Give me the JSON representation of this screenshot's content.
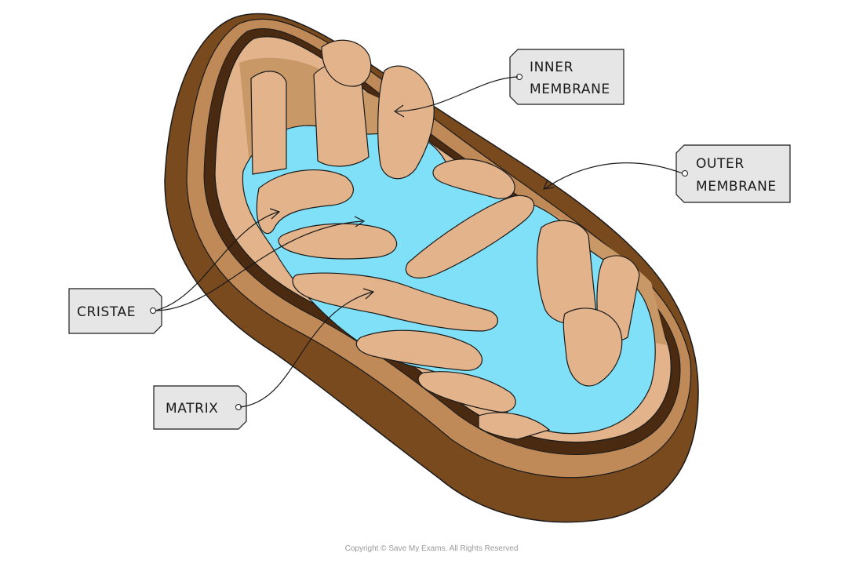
{
  "labels": {
    "inner_membrane": [
      "INNER",
      "MEMBRANE"
    ],
    "outer_membrane": [
      "OUTER",
      "MEMBRANE"
    ],
    "cristae": "CRISTAE",
    "matrix": "MATRIX"
  },
  "copyright": "Copyright © Save My Exams. All Rights Reserved",
  "colors": {
    "outer_shell": "#7a4a1f",
    "outer_shell_light": "#c08a58",
    "intermembrane_dark": "#4a2a10",
    "inner_tan": "#e3b48c",
    "inner_tan_dark": "#c99867",
    "membrane_edge": "#f4e4cc",
    "matrix": "#7fe0f8",
    "tag_fill": "#e6e6e6",
    "outline": "#1a1a1a"
  }
}
